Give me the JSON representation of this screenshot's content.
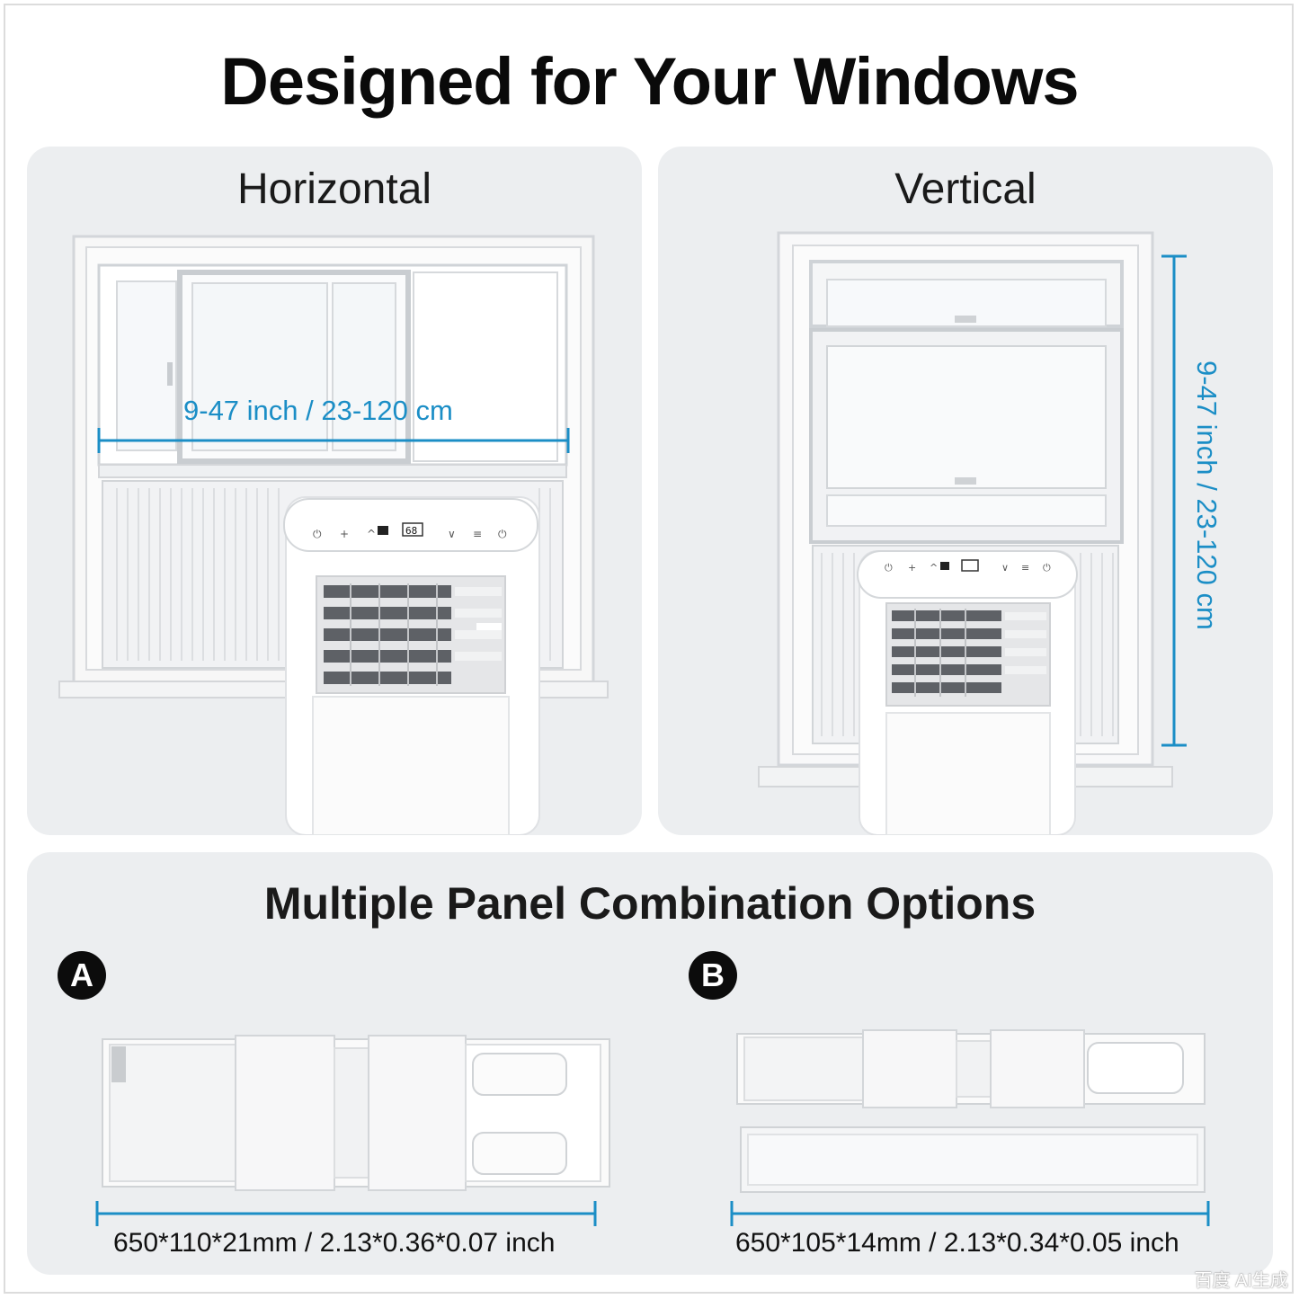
{
  "title": "Designed for Your Windows",
  "horizontal": {
    "label": "Horizontal",
    "dimension": "9-47 inch / 23-120 cm"
  },
  "vertical": {
    "label": "Vertical",
    "dimension": "9-47 inch / 23-120 cm"
  },
  "panels": {
    "title": "Multiple Panel Combination Options",
    "option_a": {
      "badge": "A",
      "size": "650*110*21mm / 2.13*0.36*0.07 inch"
    },
    "option_b": {
      "badge": "B",
      "size": "650*105*14mm / 2.13*0.34*0.05 inch"
    }
  },
  "ac_display": "68",
  "watermark": "百度 AI生成",
  "colors": {
    "accent": "#1b8ec6",
    "card_bg": "#eceef0",
    "badge_bg": "#0c0c0c"
  }
}
